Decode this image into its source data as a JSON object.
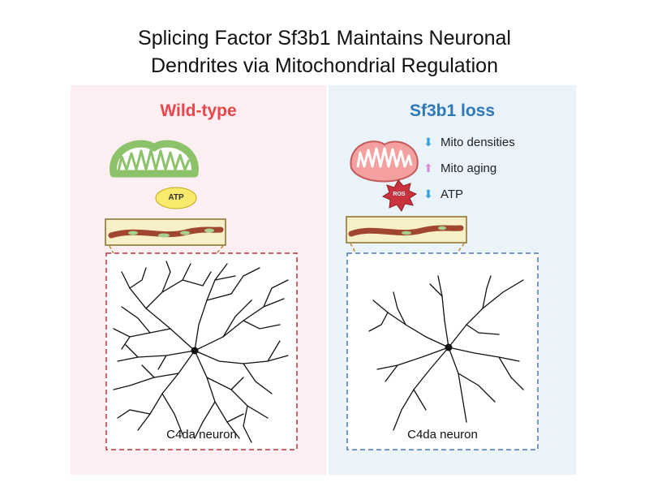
{
  "title": {
    "line1": "Splicing Factor Sf3b1 Maintains Neuronal",
    "line2": "Dendrites via Mitochondrial Regulation"
  },
  "left_panel": {
    "heading": "Wild-type",
    "atp_label": "ATP",
    "neuron_label": "C4da neuron",
    "heading_color": "#e8464a",
    "background": "#fdeef2",
    "box_border_color": "#b5373b"
  },
  "right_panel": {
    "heading": "Sf3b1 loss",
    "ros_label": "ROS",
    "neuron_label": "C4da neuron",
    "heading_color": "#2f78b7",
    "background": "#eaf3fa",
    "box_border_color": "#4a78b8",
    "effects": [
      {
        "arrow": "down-arrow-icon",
        "arrow_color": "#2aa2d8",
        "label": "Mito densities"
      },
      {
        "arrow": "up-arrow-icon",
        "arrow_color": "#d98ad6",
        "label": "Mito aging"
      },
      {
        "arrow": "down-arrow-icon",
        "arrow_color": "#2aa2d8",
        "label": "ATP"
      }
    ]
  },
  "colors": {
    "mito_healthy_fill": "#ffffff",
    "mito_healthy_stroke": "#8cc26a",
    "mito_damaged_fill": "#f4a0a0",
    "mito_damaged_stroke": "#c45a5a",
    "atp_fill": "#f8ea6c",
    "ros_fill": "#c8333d",
    "dendrite_segment_fill": "#a0462f",
    "mito_in_dendrite": "#a8d08d",
    "inset_frame": "#f7efc8",
    "inset_border": "#8a6e2a"
  }
}
